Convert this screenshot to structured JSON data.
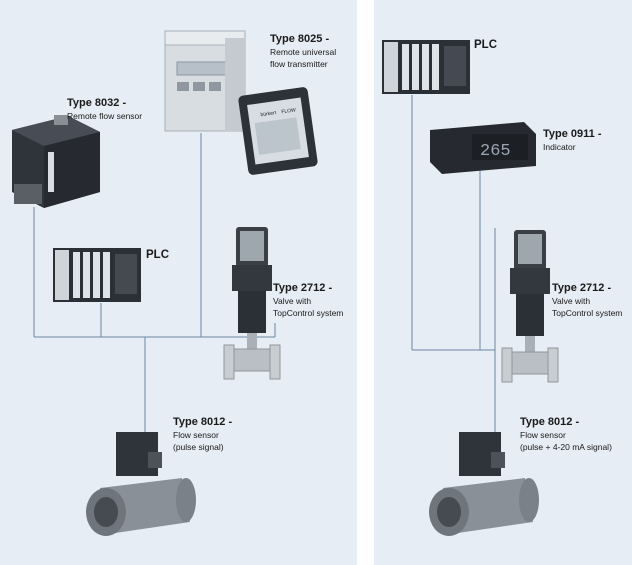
{
  "left": {
    "type8025": {
      "title": "Type 8025 -",
      "line1": "Remote universal",
      "line2": "flow transmitter"
    },
    "type8032": {
      "title": "Type 8032 -",
      "line1": "Remote flow sensor"
    },
    "plc": {
      "label": "PLC"
    },
    "type2712": {
      "title": "Type 2712 -",
      "line1": "Valve with",
      "line2": "TopControl system"
    },
    "type8012": {
      "title": "Type 8012 -",
      "line1": "Flow sensor",
      "line2": "(pulse signal)"
    },
    "display": {
      "brand": "bürkert",
      "readout": "FLOW"
    }
  },
  "right": {
    "plc": {
      "label": "PLC"
    },
    "type0911": {
      "title": "Type 0911 -",
      "line1": "Indicator",
      "readout": "265"
    },
    "type2712": {
      "title": "Type 2712 -",
      "line1": "Valve with",
      "line2": "TopControl system"
    },
    "type8012": {
      "title": "Type 8012 -",
      "line1": "Flow sensor",
      "line2": "(pulse + 4-20 mA signal)"
    }
  },
  "colors": {
    "panel": "#e6edf4",
    "wire": "#6c86a4",
    "device_dark": "#2b2f36",
    "device_light": "#d9dde1"
  }
}
